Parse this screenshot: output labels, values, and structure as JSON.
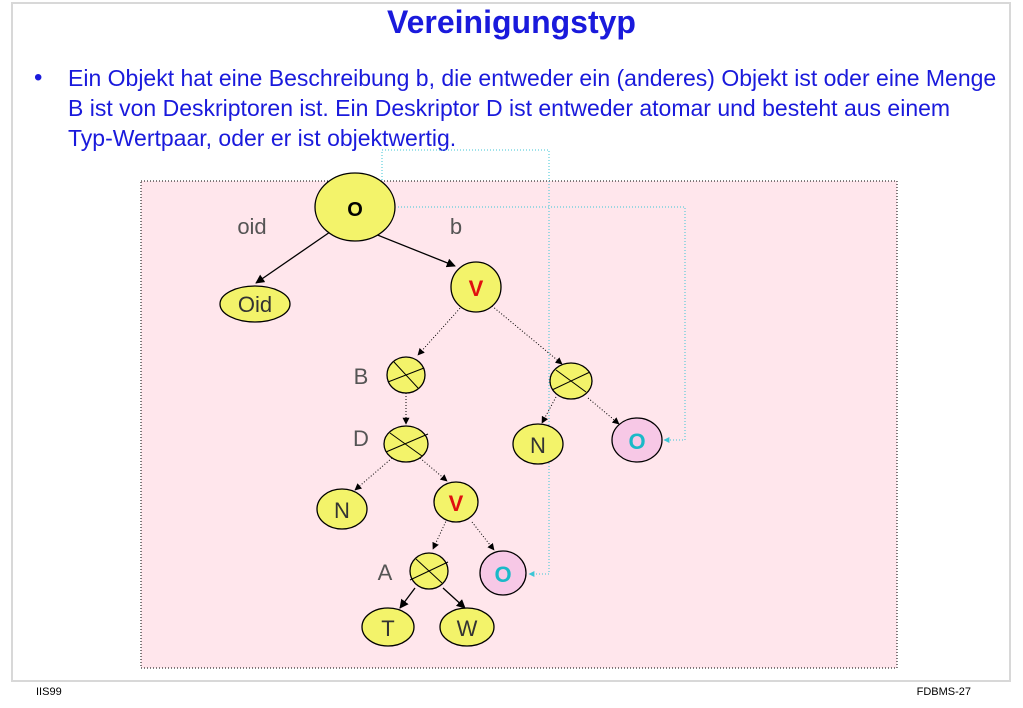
{
  "slide": {
    "title": "Vereinigungstyp",
    "bullet_symbol": "•",
    "bullet_text": "Ein Objekt hat eine Beschreibung b, die entweder ein (anderes) Objekt ist oder eine Menge B ist von Deskriptoren ist. Ein Deskriptor D ist entweder atomar und besteht aus einem Typ-Wertpaar, oder er ist objektwertig.",
    "footer_left": "IIS99",
    "footer_right": "FDBMS-27"
  },
  "diagram": {
    "colors": {
      "panel_fill": "#ffe6ec",
      "node_yellow": "#f3f36a",
      "node_pink": "#f7c8e6",
      "text_red": "#e01010",
      "text_cyan": "#19b9c8",
      "link_cyan": "#3cc6d6",
      "label_gray": "#555555"
    },
    "nodes": {
      "root_o": "O",
      "oid": "Oid",
      "v_top": "V",
      "n_right": "N",
      "o_right": "O",
      "n_left": "N",
      "v_mid": "V",
      "o_mid": "O",
      "t": "T",
      "w": "W"
    },
    "labels": {
      "oid": "oid",
      "b": "b",
      "B": "B",
      "D": "D",
      "A": "A"
    }
  }
}
